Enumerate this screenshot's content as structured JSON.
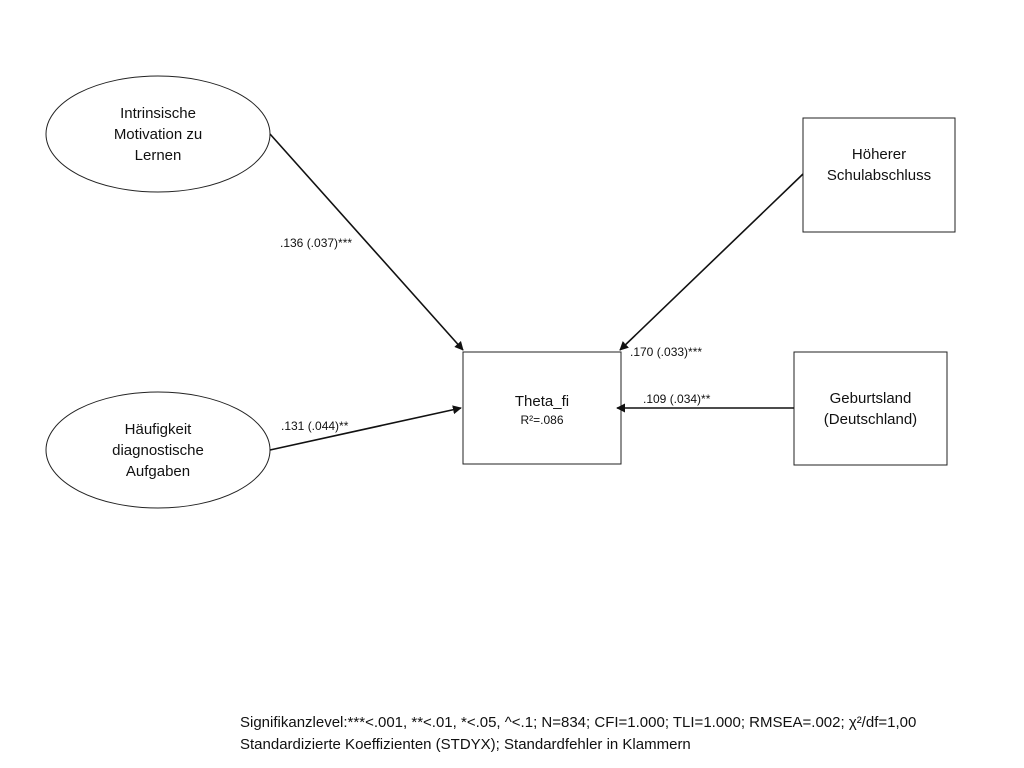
{
  "nodes": {
    "intrinsic_motivation": {
      "lines": [
        "Intrinsische",
        "Motivation zu",
        "Lernen"
      ],
      "shape": "ellipse"
    },
    "diagnostic_tasks": {
      "lines": [
        "Häufigkeit",
        "diagnostische",
        "Aufgaben"
      ],
      "shape": "ellipse"
    },
    "higher_school": {
      "lines": [
        "Höherer",
        "Schulabschluss"
      ],
      "shape": "rectangle"
    },
    "birth_country": {
      "lines": [
        "Geburtsland",
        "(Deutschland)"
      ],
      "shape": "rectangle"
    },
    "theta": {
      "lines": [
        "Theta_fi"
      ],
      "r2": "R²=.086",
      "shape": "rectangle"
    }
  },
  "paths": {
    "intrinsic_to_theta": ".136 (.037)***",
    "diagnostic_to_theta": ".131 (.044)**",
    "school_to_theta": ".170 (.033)***",
    "country_to_theta": ".109 (.034)**"
  },
  "footnote": {
    "line1": "Signifikanzlevel:***<.001, **<.01, *<.05, ^<.1; N=834; CFI=1.000; TLI=1.000; RMSEA=.002; χ²/df=1,00",
    "line2": "Standardizierte Koeffizienten (STDYX); Standardfehler in Klammern"
  },
  "colors": {
    "stroke": "#222222",
    "text": "#111111",
    "background": "#ffffff"
  }
}
